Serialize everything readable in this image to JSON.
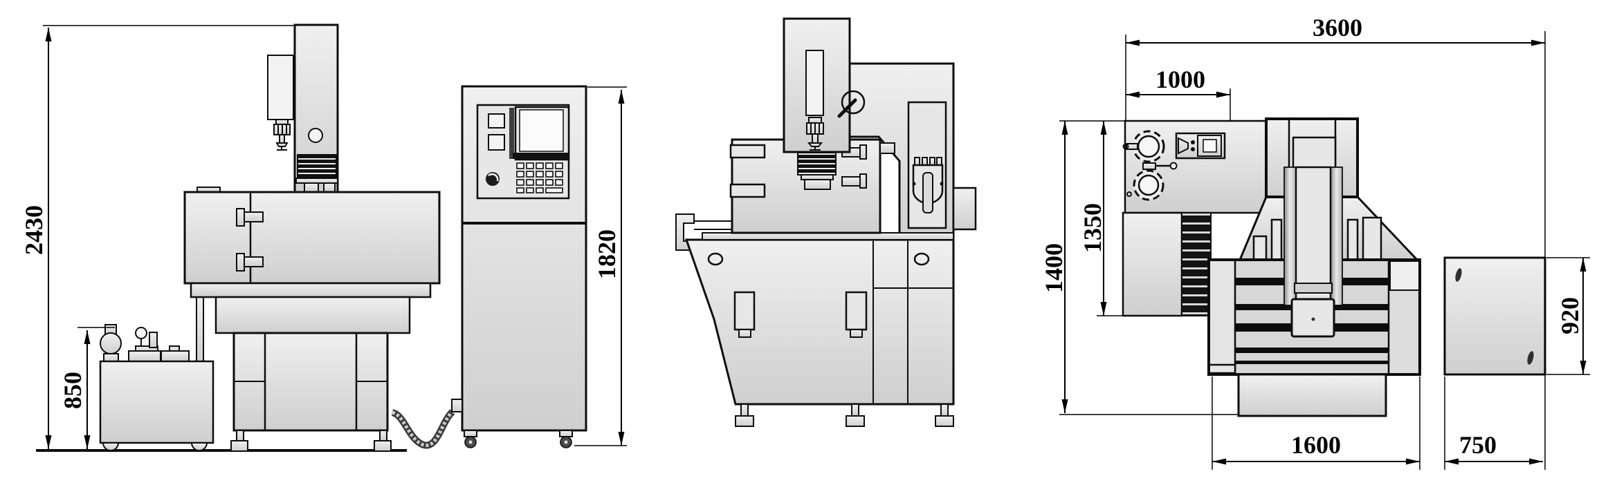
{
  "dims": {
    "overall_height": "2430",
    "fluid_unit_height": "850",
    "cabinet_height": "1820",
    "overall_width": "3600",
    "fluid_unit_width": "1000",
    "overall_depth": "1400",
    "fluid_unit_depth": "1350",
    "cabinet_depth": "920",
    "table_width": "1600",
    "cabinet_width": "750"
  },
  "colors": {
    "outline": "#0d0d0d",
    "fill_light": "#e8e8e8",
    "fill_dark": "#111111",
    "background": "#ffffff"
  }
}
